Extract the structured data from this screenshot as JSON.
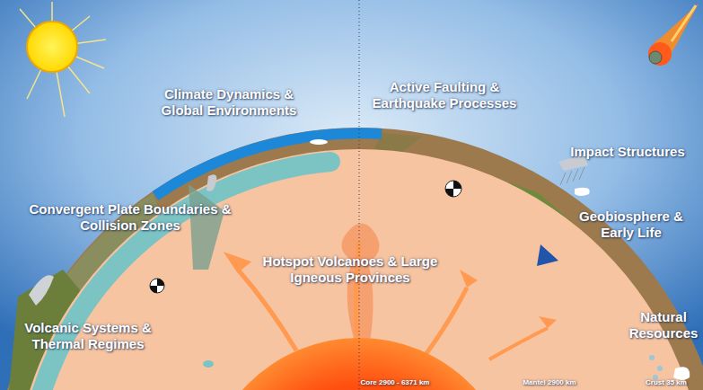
{
  "diagram": {
    "labels": [
      "Climate Dynamics & Global Environments",
      "Active Faulting & Earthquake Processes",
      "Impact Structures",
      "Convergent Plate Boundaries & Collision Zones",
      "Geobiosphere & Early Life",
      "Hotspot Volcanoes & Large Igneous Provinces",
      "Natural Resources",
      "Volcanic Systems & Thermal Regimes",
      "Core 2900 - 6371 km",
      "Mantel 2900 km",
      "Crust 35 km"
    ]
  }
}
